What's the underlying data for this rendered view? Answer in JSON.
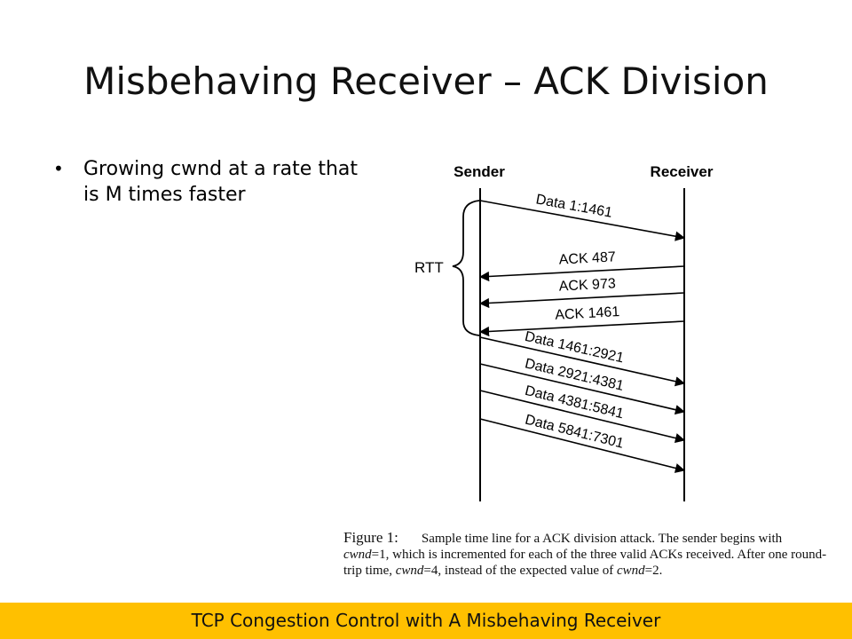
{
  "slide": {
    "title": "Misbehaving Receiver – ACK Division",
    "bullets": [
      {
        "text": "Growing cwnd at a rate that is M times faster"
      }
    ],
    "footer": "TCP Congestion Control with A Misbehaving Receiver"
  },
  "diagram": {
    "sender_label": "Sender",
    "receiver_label": "Receiver",
    "rtt_label": "RTT",
    "messages": [
      {
        "label": "Data 1:1461",
        "direction": "to-receiver"
      },
      {
        "label": "ACK 487",
        "direction": "to-sender"
      },
      {
        "label": "ACK 973",
        "direction": "to-sender"
      },
      {
        "label": "ACK 1461",
        "direction": "to-sender"
      },
      {
        "label": "Data 1461:2921",
        "direction": "to-receiver"
      },
      {
        "label": "Data 2921:4381",
        "direction": "to-receiver"
      },
      {
        "label": "Data 4381:5841",
        "direction": "to-receiver"
      },
      {
        "label": "Data 5841:7301",
        "direction": "to-receiver"
      }
    ]
  },
  "caption": {
    "label": "Figure 1:",
    "t1": "Sample time line for a ACK division attack. The sender begins with ",
    "cwnd": "cwnd",
    "t2": "=1, which is incremented for each of the three valid ACKs received. After one round-trip time, ",
    "t3": "=4, instead of the expected value of ",
    "t4": "=2."
  }
}
